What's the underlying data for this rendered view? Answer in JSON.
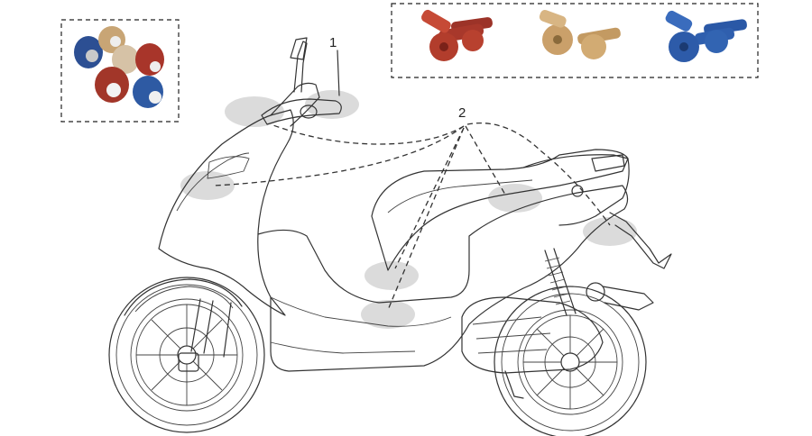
{
  "callouts": {
    "handlebar_weights": "1",
    "colored_screws": "2"
  },
  "colors": {
    "red_anodized": "#b83a2a",
    "gold_anodized": "#c9a46a",
    "blue_anodized": "#2c5aa8",
    "highlight_spot": "#cfcfcf"
  },
  "parts": {
    "screw_kit_colors": [
      "red",
      "gold",
      "blue"
    ],
    "weight_kit_colors": [
      "blue",
      "gold",
      "red",
      "blue",
      "red",
      "gold",
      "blue"
    ]
  }
}
